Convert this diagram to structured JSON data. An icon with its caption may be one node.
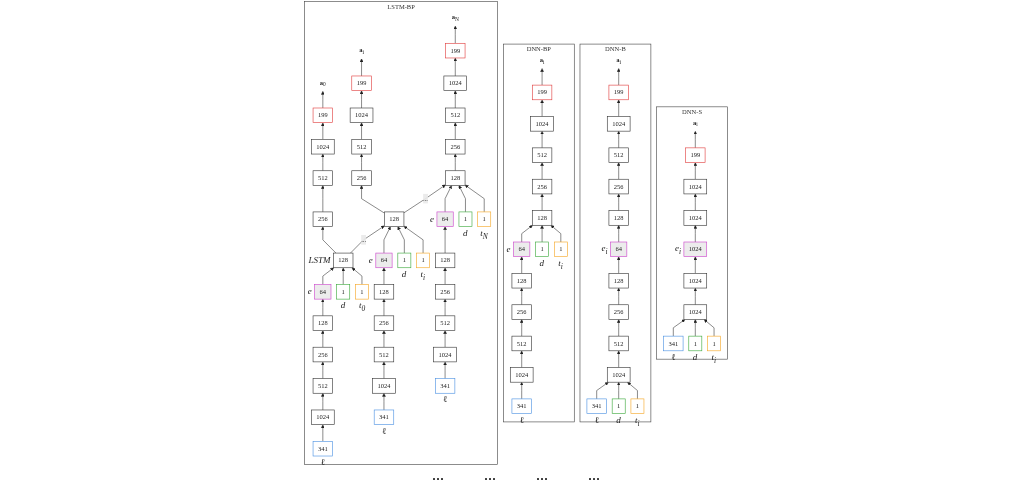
{
  "diagram": {
    "nodes": [
      {
        "text": [
          "DNN-S"
        ]
      },
      {
        "text": [
          "**a**$_{i}$"
        ],
        "in": 0
      },
      {
        "text": [
          "199"
        ],
        "in": 0
      },
      {
        "text": [
          "1024"
        ],
        "in": 0
      },
      {
        "text": [
          "1024"
        ],
        "in": 0
      },
      {
        "text": [
          "1024"
        ],
        "in": 0,
        "beside": [
          "e$_{i}$"
        ]
      },
      {
        "text": [
          "1024"
        ],
        "in": 0
      },
      {
        "text": [
          "1024"
        ],
        "in": 0
      },
      {
        "text": [
          "341"
        ],
        "in": 0,
        "beside": [
          "ℓ"
        ]
      },
      {
        "text": [
          "1"
        ],
        "in": 0,
        "beside": [
          "d"
        ]
      },
      {
        "text": [
          "1"
        ],
        "in": 0,
        "beside": [
          "t$_{i}$"
        ]
      },
      {
        "text": [
          "DNN-B"
        ]
      },
      {
        "text": [
          "**a**$_{i}$"
        ],
        "in": 11
      },
      {
        "text": [
          "199"
        ],
        "in": 11
      },
      {
        "text": [
          "1024"
        ],
        "in": 11
      },
      {
        "text": [
          "512"
        ],
        "in": 11
      },
      {
        "text": [
          "256"
        ],
        "in": 11
      },
      {
        "text": [
          "128"
        ],
        "in": 11
      },
      {
        "text": [
          "64"
        ],
        "in": 11,
        "beside": [
          "e$_{i}$"
        ]
      },
      {
        "text": [
          "128"
        ],
        "in": 11
      },
      {
        "text": [
          "256"
        ],
        "in": 11
      },
      {
        "text": [
          "512"
        ],
        "in": 11
      },
      {
        "text": [
          "1024"
        ],
        "in": 11
      },
      {
        "text": [
          "341"
        ],
        "in": 11,
        "beside": [
          "ℓ"
        ]
      },
      {
        "text": [
          "1"
        ],
        "in": 11,
        "beside": [
          "d"
        ]
      },
      {
        "text": [
          "1"
        ],
        "in": 11,
        "beside": [
          "t$_{i}$"
        ]
      },
      {
        "text": [
          "DNN-BP"
        ]
      },
      {
        "text": [
          "**a**$_{i}$"
        ],
        "in": 26
      },
      {
        "text": [
          "199"
        ],
        "in": 26
      },
      {
        "text": [
          "1024"
        ],
        "in": 26
      },
      {
        "text": [
          "512"
        ],
        "in": 26
      },
      {
        "text": [
          "256"
        ],
        "in": 26
      },
      {
        "text": [
          "128"
        ],
        "in": 26
      },
      {
        "text": [
          "64"
        ],
        "in": 26,
        "beside": [
          "e"
        ]
      },
      {
        "text": [
          "128"
        ],
        "in": 26
      },
      {
        "text": [
          "256"
        ],
        "in": 26
      },
      {
        "text": [
          "512"
        ],
        "in": 26
      },
      {
        "text": [
          "1024"
        ],
        "in": 26
      },
      {
        "text": [
          "341"
        ],
        "in": 26,
        "beside": [
          "ℓ"
        ]
      },
      {
        "text": [
          "1"
        ],
        "in": 26,
        "beside": [
          "d"
        ]
      },
      {
        "text": [
          "1"
        ],
        "in": 26,
        "beside": [
          "t$_{i}$"
        ]
      },
      {
        "text": [
          "LSTM-BP"
        ]
      },
      {
        "text": [
          "**a**$_{0}$"
        ],
        "in": 41
      },
      {
        "text": [
          "199"
        ],
        "in": 41
      },
      {
        "text": [
          "1024"
        ],
        "in": 41
      },
      {
        "text": [
          "512"
        ],
        "in": 41
      },
      {
        "text": [
          "256"
        ],
        "in": 41
      },
      {
        "text": [
          "128"
        ],
        "in": 41,
        "beside": [
          "LSTM"
        ]
      },
      {
        "text": [
          "64"
        ],
        "in": 41,
        "beside": [
          "e"
        ]
      },
      {
        "text": [
          "128"
        ],
        "in": 41
      },
      {
        "text": [
          "256"
        ],
        "in": 41
      },
      {
        "text": [
          "512"
        ],
        "in": 41
      },
      {
        "text": [
          "1024"
        ],
        "in": 41
      },
      {
        "text": [
          "341"
        ],
        "in": 41,
        "beside": [
          "ℓ"
        ]
      },
      {
        "text": [
          "1"
        ],
        "in": 41,
        "beside": [
          "d"
        ]
      },
      {
        "text": [
          "1"
        ],
        "in": 41,
        "beside": [
          "t$_{0}$"
        ]
      },
      {
        "text": [
          "**a**$_{i}$"
        ],
        "in": 41
      },
      {
        "text": [
          "199"
        ],
        "in": 41
      },
      {
        "text": [
          "1024"
        ],
        "in": 41
      },
      {
        "text": [
          "512"
        ],
        "in": 41
      },
      {
        "text": [
          "256"
        ],
        "in": 41
      },
      {
        "text": [
          "128"
        ],
        "in": 41
      },
      {
        "text": [
          "64"
        ],
        "in": 41,
        "beside": [
          "e"
        ]
      },
      {
        "text": [
          "128"
        ],
        "in": 41
      },
      {
        "text": [
          "256"
        ],
        "in": 41
      },
      {
        "text": [
          "512"
        ],
        "in": 41
      },
      {
        "text": [
          "1024"
        ],
        "in": 41
      },
      {
        "text": [
          "341"
        ],
        "in": 41,
        "beside": [
          "ℓ"
        ]
      },
      {
        "text": [
          "1"
        ],
        "in": 41,
        "beside": [
          "d"
        ]
      },
      {
        "text": [
          "1"
        ],
        "in": 41,
        "beside": [
          "t$_{i}$"
        ]
      },
      {
        "text": [
          "**a**$_{N}$"
        ],
        "in": 41
      },
      {
        "text": [
          "199"
        ],
        "in": 41
      },
      {
        "text": [
          "1024"
        ],
        "in": 41
      },
      {
        "text": [
          "512"
        ],
        "in": 41
      },
      {
        "text": [
          "256"
        ],
        "in": 41
      },
      {
        "text": [
          "128"
        ],
        "in": 41
      },
      {
        "text": [
          "64"
        ],
        "in": 41,
        "beside": [
          "e"
        ]
      },
      {
        "text": [
          "128"
        ],
        "in": 41
      },
      {
        "text": [
          "256"
        ],
        "in": 41
      },
      {
        "text": [
          "512"
        ],
        "in": 41
      },
      {
        "text": [
          "1024"
        ],
        "in": 41
      },
      {
        "text": [
          "341"
        ],
        "in": 41,
        "beside": [
          "ℓ"
        ]
      },
      {
        "text": [
          "1"
        ],
        "in": 41,
        "beside": [
          "d"
        ]
      },
      {
        "text": [
          "1"
        ],
        "in": 41,
        "beside": [
          "t$_{N}$"
        ]
      }
    ],
    "edges": [
      {
        "from": 2,
        "to": 1,
        "arrow": "to"
      },
      {
        "from": 3,
        "to": 2,
        "arrow": "to"
      },
      {
        "from": 4,
        "to": 3,
        "arrow": "to"
      },
      {
        "from": 5,
        "to": 4,
        "arrow": "to"
      },
      {
        "from": 6,
        "to": 5,
        "arrow": "to"
      },
      {
        "from": 7,
        "to": 6,
        "arrow": "to"
      },
      {
        "from": 8,
        "to": 7,
        "arrow": "to"
      },
      {
        "from": 9,
        "to": 7,
        "arrow": "to"
      },
      {
        "from": 10,
        "to": 7,
        "arrow": "to"
      },
      {
        "from": 13,
        "to": 12,
        "arrow": "to"
      },
      {
        "from": 14,
        "to": 13,
        "arrow": "to"
      },
      {
        "from": 15,
        "to": 14,
        "arrow": "to"
      },
      {
        "from": 16,
        "to": 15,
        "arrow": "to"
      },
      {
        "from": 17,
        "to": 16,
        "arrow": "to"
      },
      {
        "from": 18,
        "to": 17,
        "arrow": "to"
      },
      {
        "from": 19,
        "to": 18,
        "arrow": "to"
      },
      {
        "from": 20,
        "to": 19,
        "arrow": "to"
      },
      {
        "from": 21,
        "to": 20,
        "arrow": "to"
      },
      {
        "from": 22,
        "to": 21,
        "arrow": "to"
      },
      {
        "from": 23,
        "to": 22,
        "arrow": "to"
      },
      {
        "from": 24,
        "to": 22,
        "arrow": "to"
      },
      {
        "from": 25,
        "to": 22,
        "arrow": "to"
      },
      {
        "from": 28,
        "to": 27,
        "arrow": "to"
      },
      {
        "from": 29,
        "to": 28,
        "arrow": "to"
      },
      {
        "from": 30,
        "to": 29,
        "arrow": "to"
      },
      {
        "from": 31,
        "to": 30,
        "arrow": "to"
      },
      {
        "from": 32,
        "to": 31,
        "arrow": "to"
      },
      {
        "from": 33,
        "to": 32,
        "arrow": "to"
      },
      {
        "from": 34,
        "to": 33,
        "arrow": "to"
      },
      {
        "from": 35,
        "to": 34,
        "arrow": "to"
      },
      {
        "from": 36,
        "to": 35,
        "arrow": "to"
      },
      {
        "from": 37,
        "to": 36,
        "arrow": "to"
      },
      {
        "from": 38,
        "to": 37,
        "arrow": "to"
      },
      {
        "from": 39,
        "to": 32,
        "arrow": "to"
      },
      {
        "from": 40,
        "to": 32,
        "arrow": "to"
      },
      {
        "from": 43,
        "to": 42,
        "arrow": "to"
      },
      {
        "from": 44,
        "to": 43,
        "arrow": "to"
      },
      {
        "from": 45,
        "to": 44,
        "arrow": "to"
      },
      {
        "from": 46,
        "to": 45,
        "arrow": "to"
      },
      {
        "from": 47,
        "to": 46,
        "arrow": "to"
      },
      {
        "from": 48,
        "to": 47,
        "arrow": "to"
      },
      {
        "from": 49,
        "to": 48,
        "arrow": "to"
      },
      {
        "from": 50,
        "to": 49,
        "arrow": "to"
      },
      {
        "from": 51,
        "to": 50,
        "arrow": "to"
      },
      {
        "from": 52,
        "to": 51,
        "arrow": "to"
      },
      {
        "from": 53,
        "to": 52,
        "arrow": "to"
      },
      {
        "from": 54,
        "to": 47,
        "arrow": "to"
      },
      {
        "from": 55,
        "to": 47,
        "arrow": "to"
      },
      {
        "from": 57,
        "to": 56,
        "arrow": "to"
      },
      {
        "from": 58,
        "to": 57,
        "arrow": "to"
      },
      {
        "from": 59,
        "to": 58,
        "arrow": "to"
      },
      {
        "from": 60,
        "to": 59,
        "arrow": "to"
      },
      {
        "from": 61,
        "to": 60,
        "arrow": "to"
      },
      {
        "from": 62,
        "to": 61,
        "arrow": "to"
      },
      {
        "from": 63,
        "to": 62,
        "arrow": "to"
      },
      {
        "from": 64,
        "to": 63,
        "arrow": "to"
      },
      {
        "from": 65,
        "to": 64,
        "arrow": "to"
      },
      {
        "from": 66,
        "to": 65,
        "arrow": "to"
      },
      {
        "from": 67,
        "to": 66,
        "arrow": "to"
      },
      {
        "from": 68,
        "to": 61,
        "arrow": "to"
      },
      {
        "from": 69,
        "to": 61,
        "arrow": "to"
      },
      {
        "from": 71,
        "to": 70,
        "arrow": "to"
      },
      {
        "from": 72,
        "to": 71,
        "arrow": "to"
      },
      {
        "from": 73,
        "to": 72,
        "arrow": "to"
      },
      {
        "from": 74,
        "to": 73,
        "arrow": "to"
      },
      {
        "from": 75,
        "to": 74,
        "arrow": "to"
      },
      {
        "from": 76,
        "to": 75,
        "arrow": "to"
      },
      {
        "from": 77,
        "to": 76,
        "arrow": "to"
      },
      {
        "from": 78,
        "to": 77,
        "arrow": "to"
      },
      {
        "from": 79,
        "to": 78,
        "arrow": "to"
      },
      {
        "from": 80,
        "to": 79,
        "arrow": "to"
      },
      {
        "from": 81,
        "to": 80,
        "arrow": "to"
      },
      {
        "from": 82,
        "to": 75,
        "arrow": "to"
      },
      {
        "from": 83,
        "to": 75,
        "arrow": "to"
      },
      {
        "from": 47,
        "to": 61,
        "label": "...",
        "arrow": "to"
      },
      {
        "from": 61,
        "to": 75,
        "label": "...",
        "arrow": "to"
      }
    ],
    "labels": [
      "...",
      "...",
      "...",
      "..."
    ]
  }
}
